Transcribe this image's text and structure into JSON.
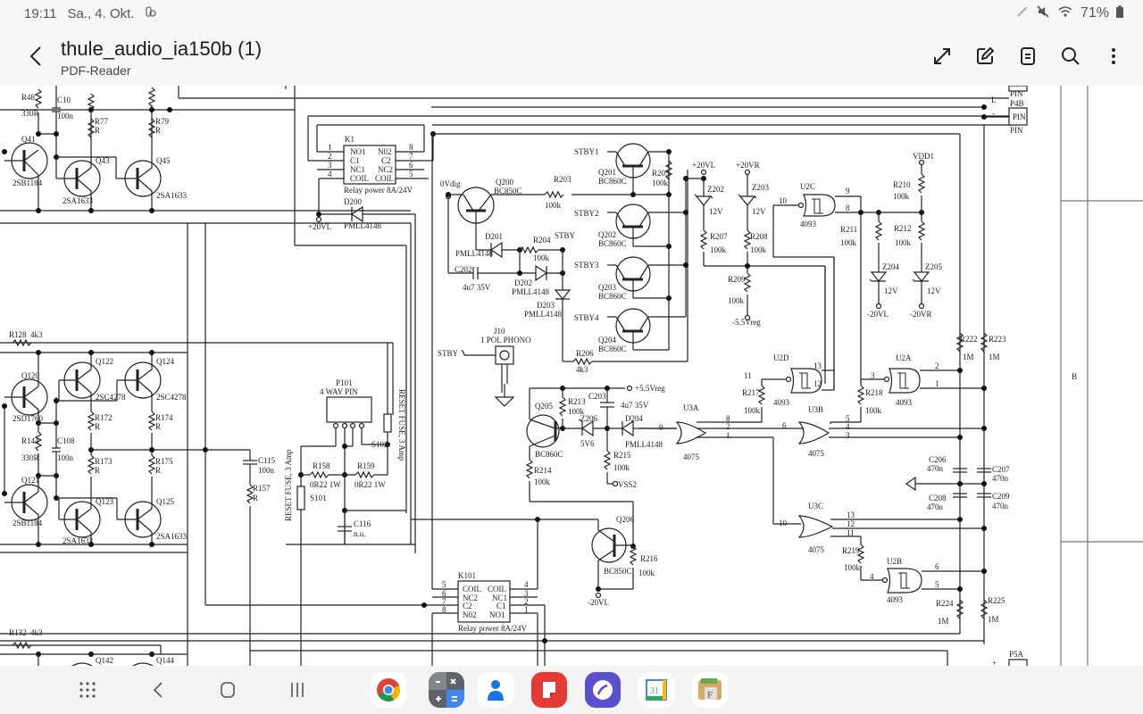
{
  "status_bar": {
    "time": "19:11",
    "date": "Sa., 4. Okt.",
    "battery": "71%",
    "icons": [
      "pen-icon",
      "mute-icon",
      "wifi-icon",
      "battery-icon"
    ]
  },
  "header": {
    "title": "thule_audio_ia150b (1)",
    "subtitle": "PDF-Reader",
    "actions": [
      "expand-icon",
      "edit-icon",
      "page-view-icon",
      "search-icon",
      "more-icon"
    ]
  },
  "schematic": {
    "labels": {
      "r48": "R48",
      "r48v": "330R",
      "c10": "C10",
      "c10v": "100n",
      "r77": "R77",
      "r77v": "R",
      "r79": "R79",
      "r79v": "R",
      "q41": "Q41",
      "q41t": "2SB1184",
      "q43": "Q43",
      "q43t": "2SA1633",
      "q45": "Q45",
      "q45t": "2SA1633",
      "k1": "K1",
      "k1_relay": "Relay power 8A/24V",
      "k1_no1": "NO1",
      "k1_c1": "C1",
      "k1_nc1": "NC1",
      "k1_coil1": "COIL",
      "k1_no2": "N02",
      "k1_c2": "C2",
      "k1_nc2": "NC2",
      "k1_coil2": "COIL",
      "p1": "1",
      "p2": "2",
      "p3": "3",
      "p4": "4",
      "p5": "5",
      "p6": "6",
      "p7": "7",
      "p8": "8",
      "d200": "D200",
      "d200t": "PMLL4148",
      "plus20vl": "+20VL",
      "ovdig": "0Vdig",
      "q200": "Q200",
      "q200t": "BC850C",
      "r203": "R203",
      "r203v": "100k",
      "d201": "D201",
      "d201t": "PMLL4148",
      "r204": "R204",
      "r204v": "100k",
      "stby": "STBY",
      "c202": "C202",
      "c202v": "4u7 35V",
      "d202": "D202",
      "d202t": "PMLL4148",
      "d203": "D203",
      "d203t": "PMLL4148",
      "stby1": "STBY1",
      "stby2": "STBY2",
      "stby3": "STBY3",
      "stby4": "STBY4",
      "q201": "Q201",
      "q202": "Q202",
      "q203": "Q203",
      "q204": "Q204",
      "bc860c": "BC860C",
      "r205": "R205",
      "r205v": "100k",
      "plus20vl2": "+20VL",
      "plus20vr": "+20VR",
      "z202": "Z202",
      "z203": "Z203",
      "v12": "12V",
      "r207": "R207",
      "r208": "R208",
      "r209": "R209",
      "v100k": "100k",
      "m55vreg": "-5.5Vreg",
      "u2c": "U2C",
      "ic4093": "4093",
      "n10": "10",
      "n9": "9",
      "n8": "8",
      "r211": "R211",
      "r210": "R210",
      "r212": "R212",
      "vdd1": "VDD1",
      "z204": "Z204",
      "z205": "Z205",
      "m20vl": "-20VL",
      "m20vr": "-20VR",
      "pin": "PIN",
      "p4b": "P4B",
      "l": "L",
      "dash": "-",
      "b": "B",
      "j10": "J10",
      "j10t": "1 POL PHONO",
      "r206": "R206",
      "r206v": "4k3",
      "p55vreg": "+5.5Vreg",
      "c203": "C203",
      "c203v": "4u7 35V",
      "q205": "Q205",
      "q205t": "BC860C",
      "r213": "R213",
      "z206": "Z206",
      "z206v": "5V6",
      "d204": "D204",
      "d204t": "PMLL4148",
      "r215": "R215",
      "vss2": "VSS2",
      "r214": "R214",
      "u3a": "U3A",
      "u3b": "U3B",
      "u3c": "U3C",
      "ic4075": "4075",
      "u2d": "U2D",
      "u2a": "U2A",
      "u2b": "U2B",
      "r217": "R217",
      "r218": "R218",
      "r219": "R219",
      "r222": "R222",
      "r223": "R223",
      "r224": "R224",
      "r225": "R225",
      "v1m": "1M",
      "c206": "C206",
      "c207": "C207",
      "c208": "C208",
      "c209": "C209",
      "v470n": "470n",
      "n11": "11",
      "n12": "12",
      "n13": "13",
      "n1": "1",
      "n2": "2",
      "n3": "3",
      "n4": "4",
      "n5": "5",
      "n6": "6",
      "q206": "Q206",
      "q206t": "BC850C",
      "r216": "R216",
      "m20vl2": "-20VL",
      "k101": "K101",
      "k101_relay": "Relay power 8A/24V",
      "r128": "R128",
      "r128v": "4k3",
      "q120": "Q120",
      "q120t": "2SD1760",
      "q121": "Q121",
      "q121t": "2SB1184",
      "q122": "Q122",
      "q124": "Q124",
      "q2sc4278": "2SC4278",
      "q123": "Q123",
      "q125": "Q125",
      "q2sa1633": "2SA1633",
      "r144": "R144",
      "r144v": "330R",
      "c108": "C108",
      "c108v": "100n",
      "r172": "R172",
      "r173": "R173",
      "r174": "R174",
      "r175": "R175",
      "vR": "R",
      "c115": "C115",
      "c115v": "100n",
      "r157": "R157",
      "p101": "P101",
      "p101t": "4 WAY PIN",
      "r158": "R158",
      "r159": "R159",
      "r0r22": "0R22 1W",
      "s101": "S101",
      "s102": "S102",
      "reset_fuse": "RESET FUSE, 3 Amp",
      "c116": "C116",
      "c116v": "n.u.",
      "r132": "R132",
      "r132v": "4k3",
      "q142": "Q142",
      "q144": "Q144",
      "p5a": "P5A",
      "plus": "+"
    }
  },
  "nav_bar": {
    "buttons": [
      "apps-grid-icon",
      "back-icon",
      "home-icon",
      "recents-icon"
    ],
    "dock": [
      "Chrome",
      "Calculator",
      "Contacts",
      "Notes",
      "Internet",
      "Calendar",
      "Files"
    ],
    "calendar_day": "31",
    "files_letter": "F"
  },
  "colors": {
    "chrome_red": "#db4437",
    "calc_bg": "#5f6368",
    "calc_blue": "#4285f4",
    "contacts_blue": "#1a73e8",
    "notes_red": "#e53935",
    "internet_purple": "#5a4fcf",
    "files_tan": "#d9a867"
  }
}
